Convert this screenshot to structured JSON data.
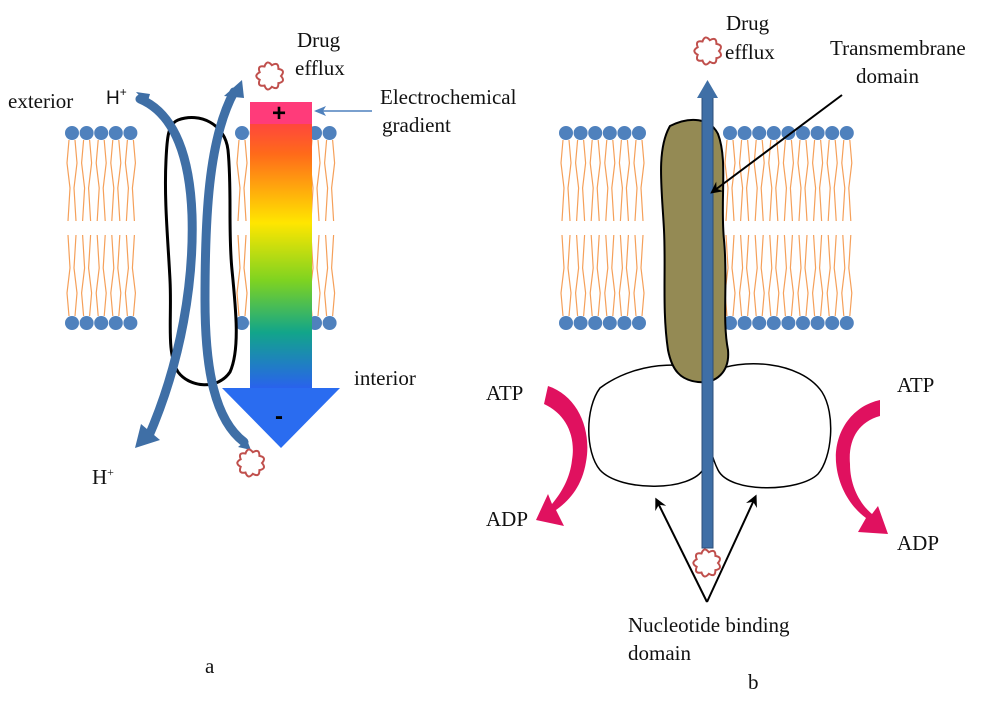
{
  "panel_a": {
    "exterior_label": "exterior",
    "interior_label": "interior",
    "proton_label": "H",
    "proton_charge": "+",
    "drug_efflux_line1": "Drug",
    "drug_efflux_line2": "efflux",
    "gradient_line1": "Electrochemical",
    "gradient_line2": "gradient",
    "plus_sign": "+",
    "minus_sign": "-",
    "panel_letter": "a"
  },
  "panel_b": {
    "drug_efflux_line1": "Drug",
    "drug_efflux_line2": "efflux",
    "tmd_line1": "Transmembrane",
    "tmd_line2": "domain",
    "atp_label": "ATP",
    "adp_label": "ADP",
    "nbd_line1": "Nucleotide binding",
    "nbd_line2": "domain",
    "panel_letter": "b"
  },
  "colors": {
    "lipid_head": "#4f81bd",
    "lipid_tail": "#f5a05a",
    "flow_arrow": "#3f6fa6",
    "drug_outline": "#c0504d",
    "tmd_fill": "#948a54",
    "atp_arrow": "#e0115f",
    "gradient_top": "#ff3b6b",
    "gradient_mid": "#ffee00",
    "gradient_bottom": "#2a6cf0"
  }
}
